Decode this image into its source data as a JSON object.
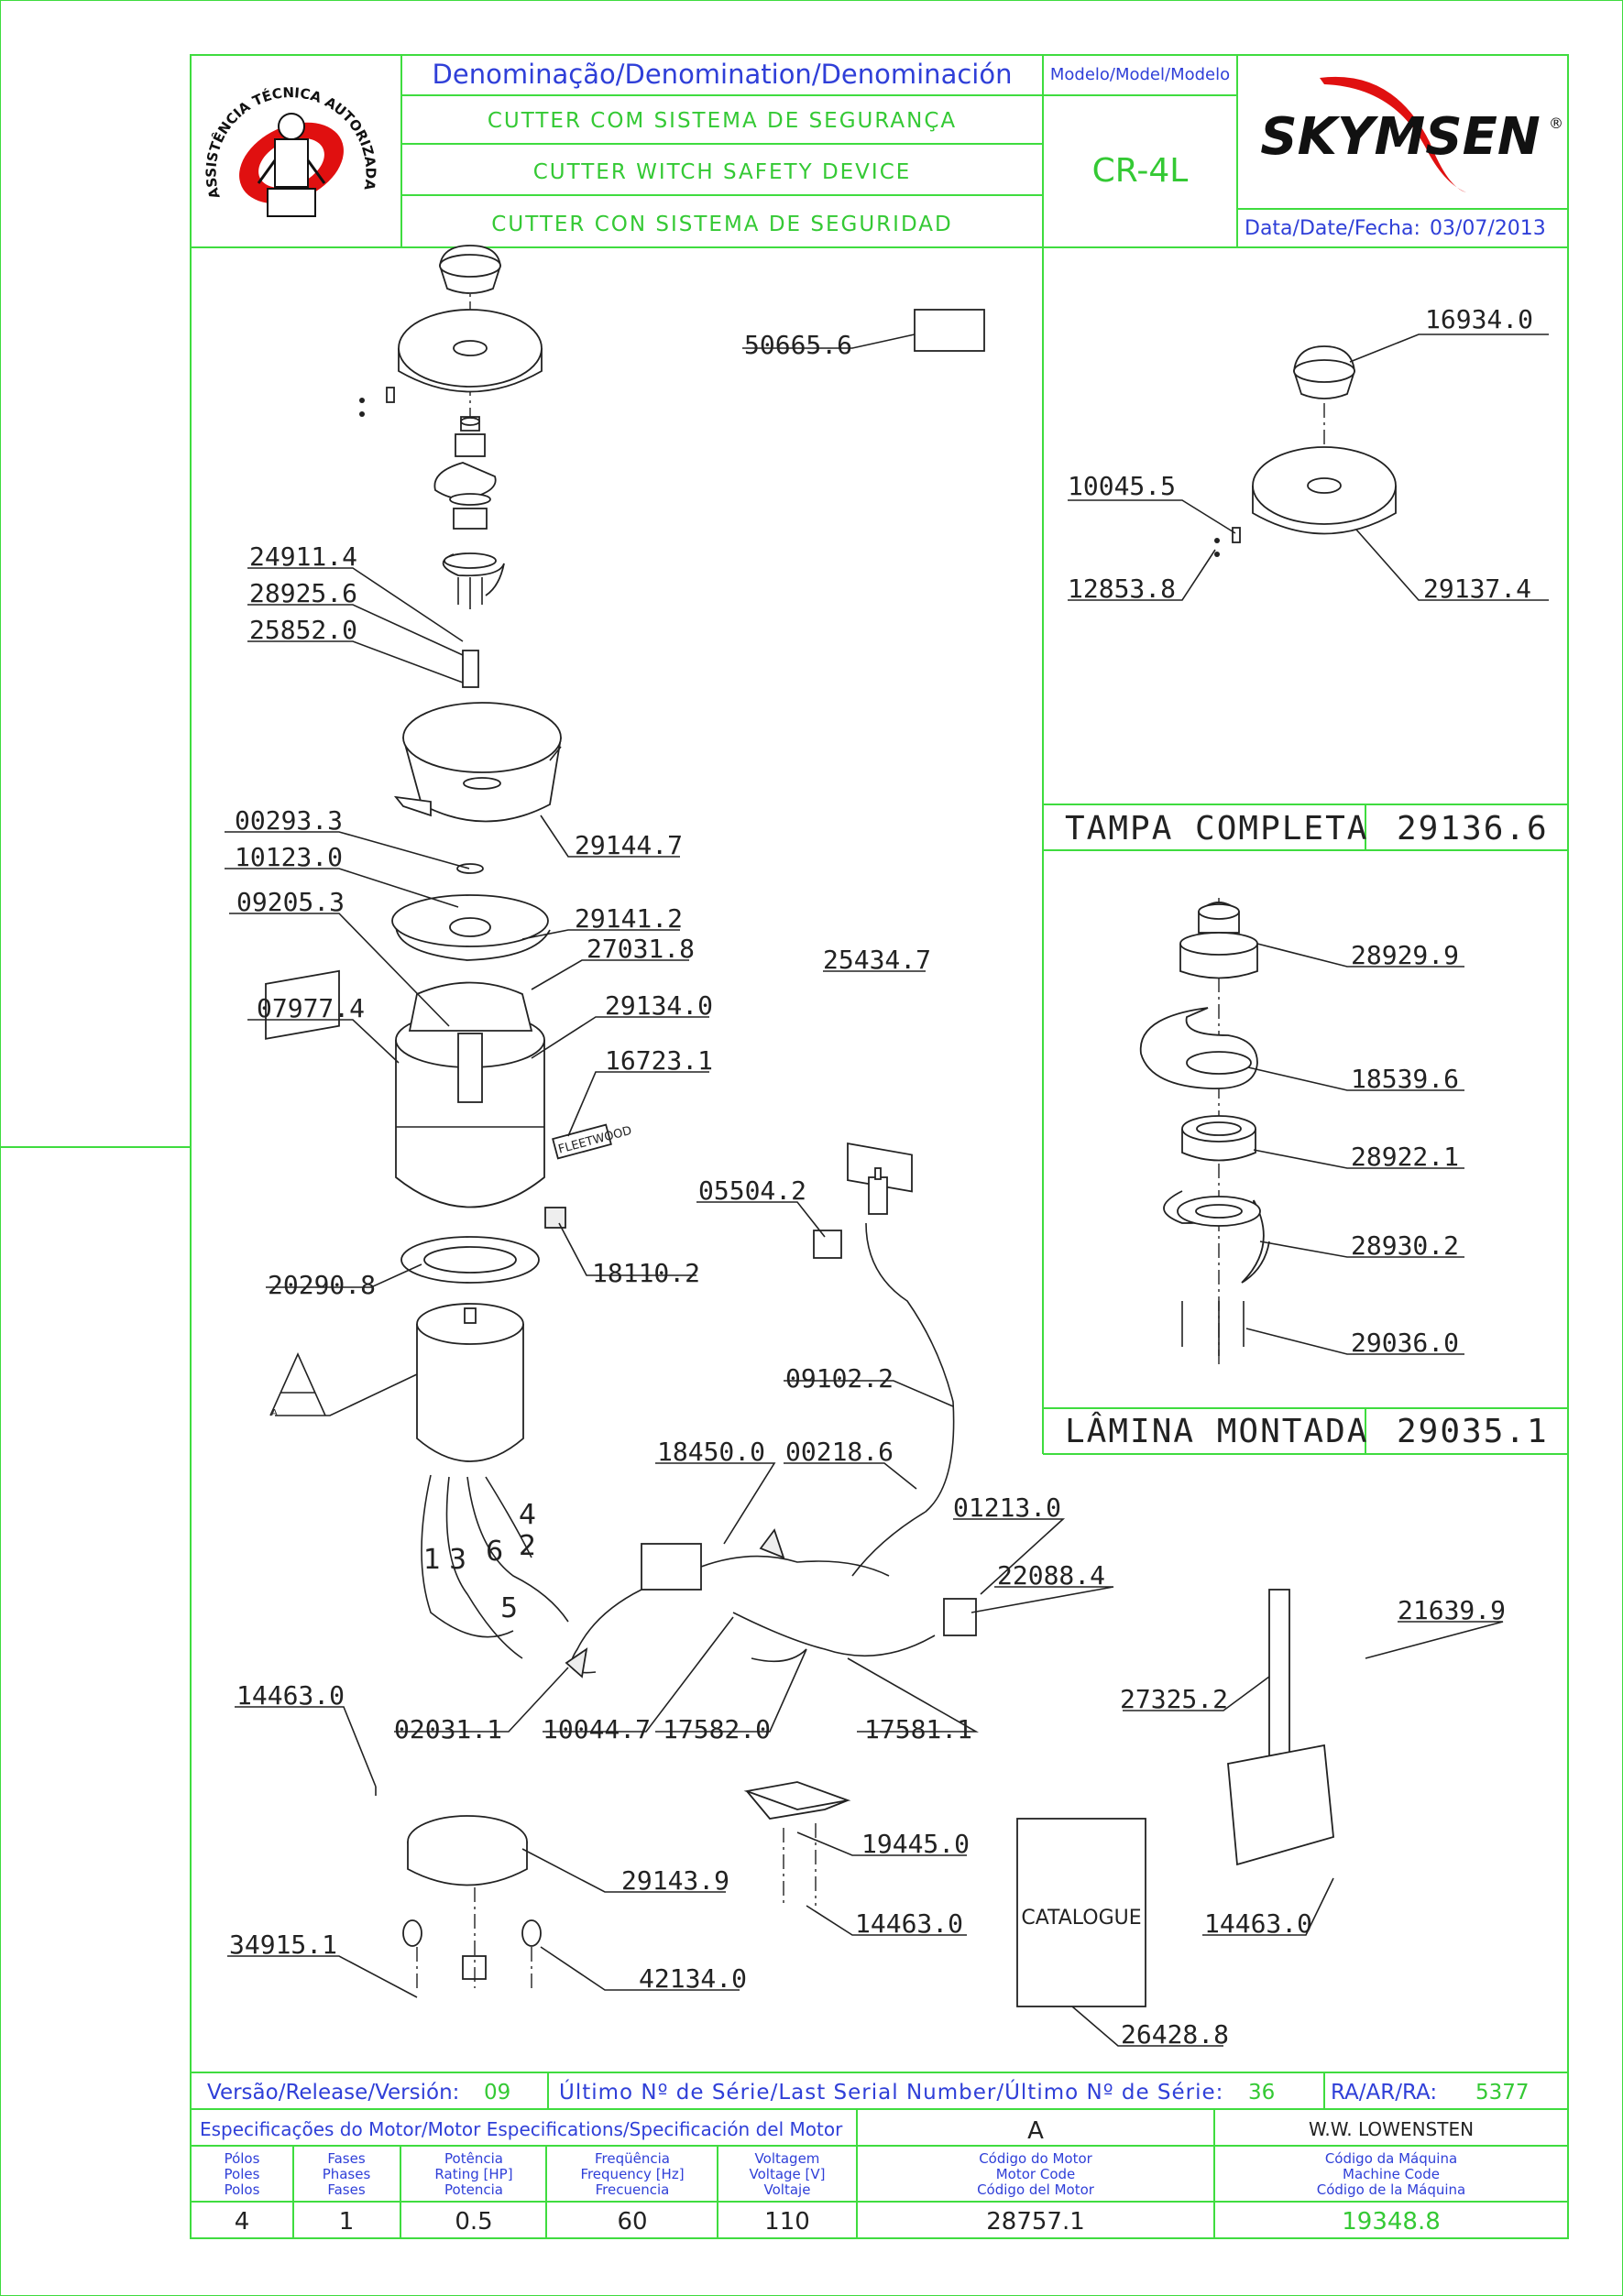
{
  "header": {
    "denomination_label": "Denominação/Denomination/Denominación",
    "name_pt": "CUTTER COM SISTEMA DE SEGURANÇA",
    "name_en": "CUTTER WITCH SAFETY DEVICE",
    "name_es": "CUTTER CON SISTEMA DE SEGURIDAD",
    "model_label": "Modelo/Model/Modelo",
    "model_value": "CR-4L",
    "brand": "SKYMSEN",
    "brand_mark": "®",
    "date_label": "Data/Date/Fecha:",
    "date_value": "03/07/2013",
    "seal_text": "ASSISTÊNCIA TÉCNICA AUTORIZADA"
  },
  "parts": {
    "p50665": "50665.6",
    "p24911": "24911.4",
    "p28925": "28925.6",
    "p25852": "25852.0",
    "p00293": "00293.3",
    "p29144": "29144.7",
    "p10123": "10123.0",
    "p09205": "09205.3",
    "p29141": "29141.2",
    "p27031": "27031.8",
    "p07977": "07977.4",
    "p29134": "29134.0",
    "p16723": "16723.1",
    "p25434": "25434.7",
    "p05504": "05504.2",
    "p20290": "20290.8",
    "p18110": "18110.2",
    "p09102": "09102.2",
    "motor_letter": "A",
    "p18450": "18450.0",
    "p00218": "00218.6",
    "p01213": "01213.0",
    "p22088": "22088.4",
    "wire_1": "1",
    "wire_3": "3",
    "wire_6": "6",
    "wire_2": "2",
    "wire_4": "4",
    "wire_5": "5",
    "p14463a": "14463.0",
    "p02031": "02031.1",
    "p10044": "10044.7",
    "p17582": "17582.0",
    "p17581": "17581.1",
    "p29143": "29143.9",
    "p19445": "19445.0",
    "p14463b": "14463.0",
    "p34915": "34915.1",
    "p42134": "42134.0",
    "catalogue": "CATALOGUE",
    "p26428": "26428.8",
    "p21639": "21639.9",
    "p27325": "27325.2",
    "p14463c": "14463.0",
    "fleetwood": "FLEETWOOD"
  },
  "lid_assembly": {
    "p16934": "16934.0",
    "p10045": "10045.5",
    "p12853": "12853.8",
    "p29137": "29137.4",
    "title": "TAMPA COMPLETA",
    "code": "29136.6"
  },
  "blade_assembly": {
    "p28929": "28929.9",
    "p18539": "18539.6",
    "p28922": "28922.1",
    "p28930": "28930.2",
    "p29036": "29036.0",
    "title": "LÂMINA MONTADA",
    "code": "29035.1"
  },
  "footer": {
    "version_label": "Versão/Release/Versión:",
    "version_value": "09",
    "serial_label": "Último Nº de Série/Last Serial Number/Último Nº de Série:",
    "serial_value": "36",
    "ra_label": "RA/AR/RA:",
    "ra_value": "5377",
    "motor_spec_label": "Especificações do Motor/Motor Especifications/Specificación del Motor",
    "motor_letter": "A",
    "manufacturer": "W.W. LOWENSTEN",
    "col_poles": [
      "Pólos",
      "Poles",
      "Polos"
    ],
    "col_phases": [
      "Fases",
      "Phases",
      "Fases"
    ],
    "col_power": [
      "Potência",
      "Rating [HP]",
      "Potencia"
    ],
    "col_freq": [
      "Freqüência",
      "Frequency [Hz]",
      "Frecuencia"
    ],
    "col_volt": [
      "Voltagem",
      "Voltage [V]",
      "Voltaje"
    ],
    "col_motor_code": [
      "Código do Motor",
      "Motor Code",
      "Código del Motor"
    ],
    "col_machine_code": [
      "Código da Máquina",
      "Machine Code",
      "Código de la Máquina"
    ],
    "poles": "4",
    "phases": "1",
    "power": "0.5",
    "frequency": "60",
    "voltage": "110",
    "motor_code": "28757.1",
    "machine_code": "19348.8"
  },
  "colors": {
    "frame": "#3fdc3f",
    "title_text": "#2f3fd8",
    "brand_red": "#e01010",
    "line": "#222222"
  }
}
